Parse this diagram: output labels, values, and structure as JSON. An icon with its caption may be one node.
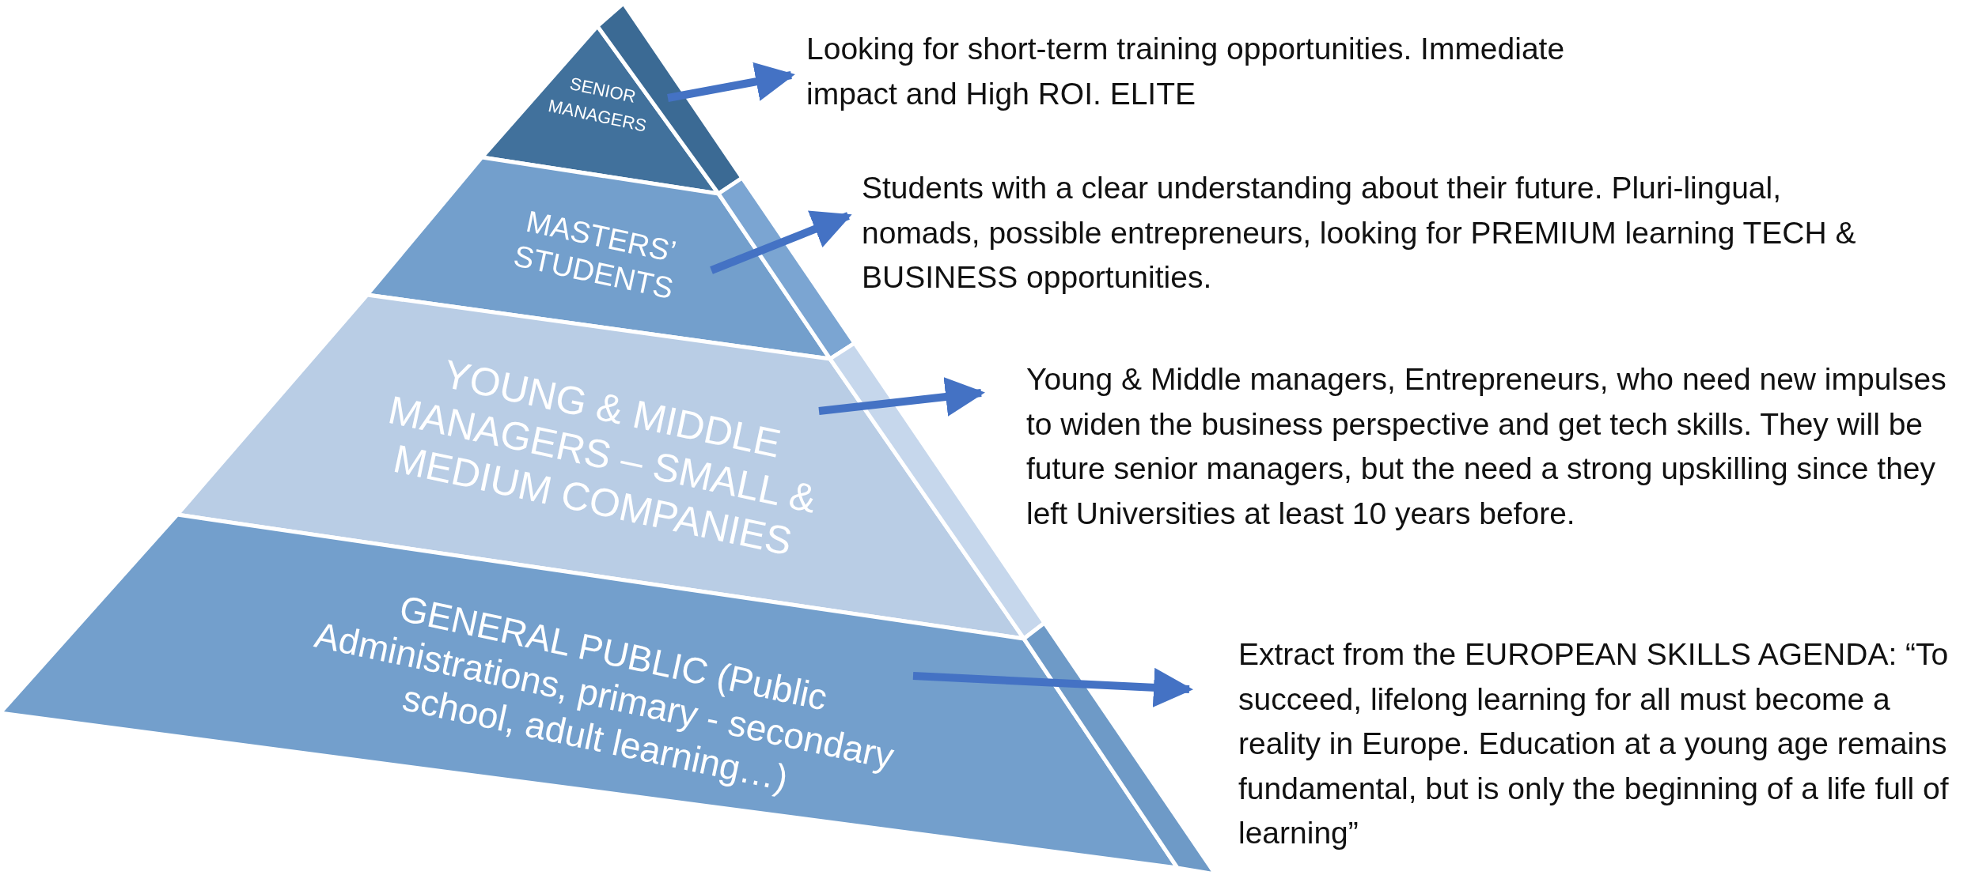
{
  "diagram": {
    "nodes": [
      {
        "text": [
          "SENIOR MANAGERS"
        ]
      },
      {
        "text": [
          "MASTERS’ STUDENTS"
        ]
      },
      {
        "text": [
          "YOUNG & MIDDLE MANAGERS – SMALL & MEDIUM COMPANIES"
        ]
      },
      {
        "text": [
          "GENERAL PUBLIC (Public Administrations, primary - secondary school, adult learning…)"
        ]
      },
      {
        "text": [
          "Looking for short-term training opportunities. Immediate impact and High ROI. ELITE"
        ]
      },
      {
        "text": [
          "Students with a clear understanding about their future. Pluri-lingual, nomads, possible entrepreneurs, looking for PREMIUM learning TECH & BUSINESS opportunities."
        ]
      },
      {
        "text": [
          "Young & Middle managers, Entrepreneurs, who need new impulses to widen the business perspective and get tech skills. They will be future senior managers, but the need a strong upskilling since they left Universities at least 10 years before."
        ]
      },
      {
        "text": [
          "Extract from the EUROPEAN SKILLS AGENDA: “To succeed, lifelong learning for all must become a reality in Europe. Education at a young age remains fundamental, but is only the beginning of a life full of learning”"
        ]
      }
    ],
    "edges": [
      {
        "from": 0,
        "to": 4,
        "arrow": "to"
      },
      {
        "from": 1,
        "to": 5,
        "arrow": "to"
      },
      {
        "from": 2,
        "to": 6,
        "arrow": "to"
      },
      {
        "from": 3,
        "to": 7,
        "arrow": "to"
      }
    ]
  }
}
